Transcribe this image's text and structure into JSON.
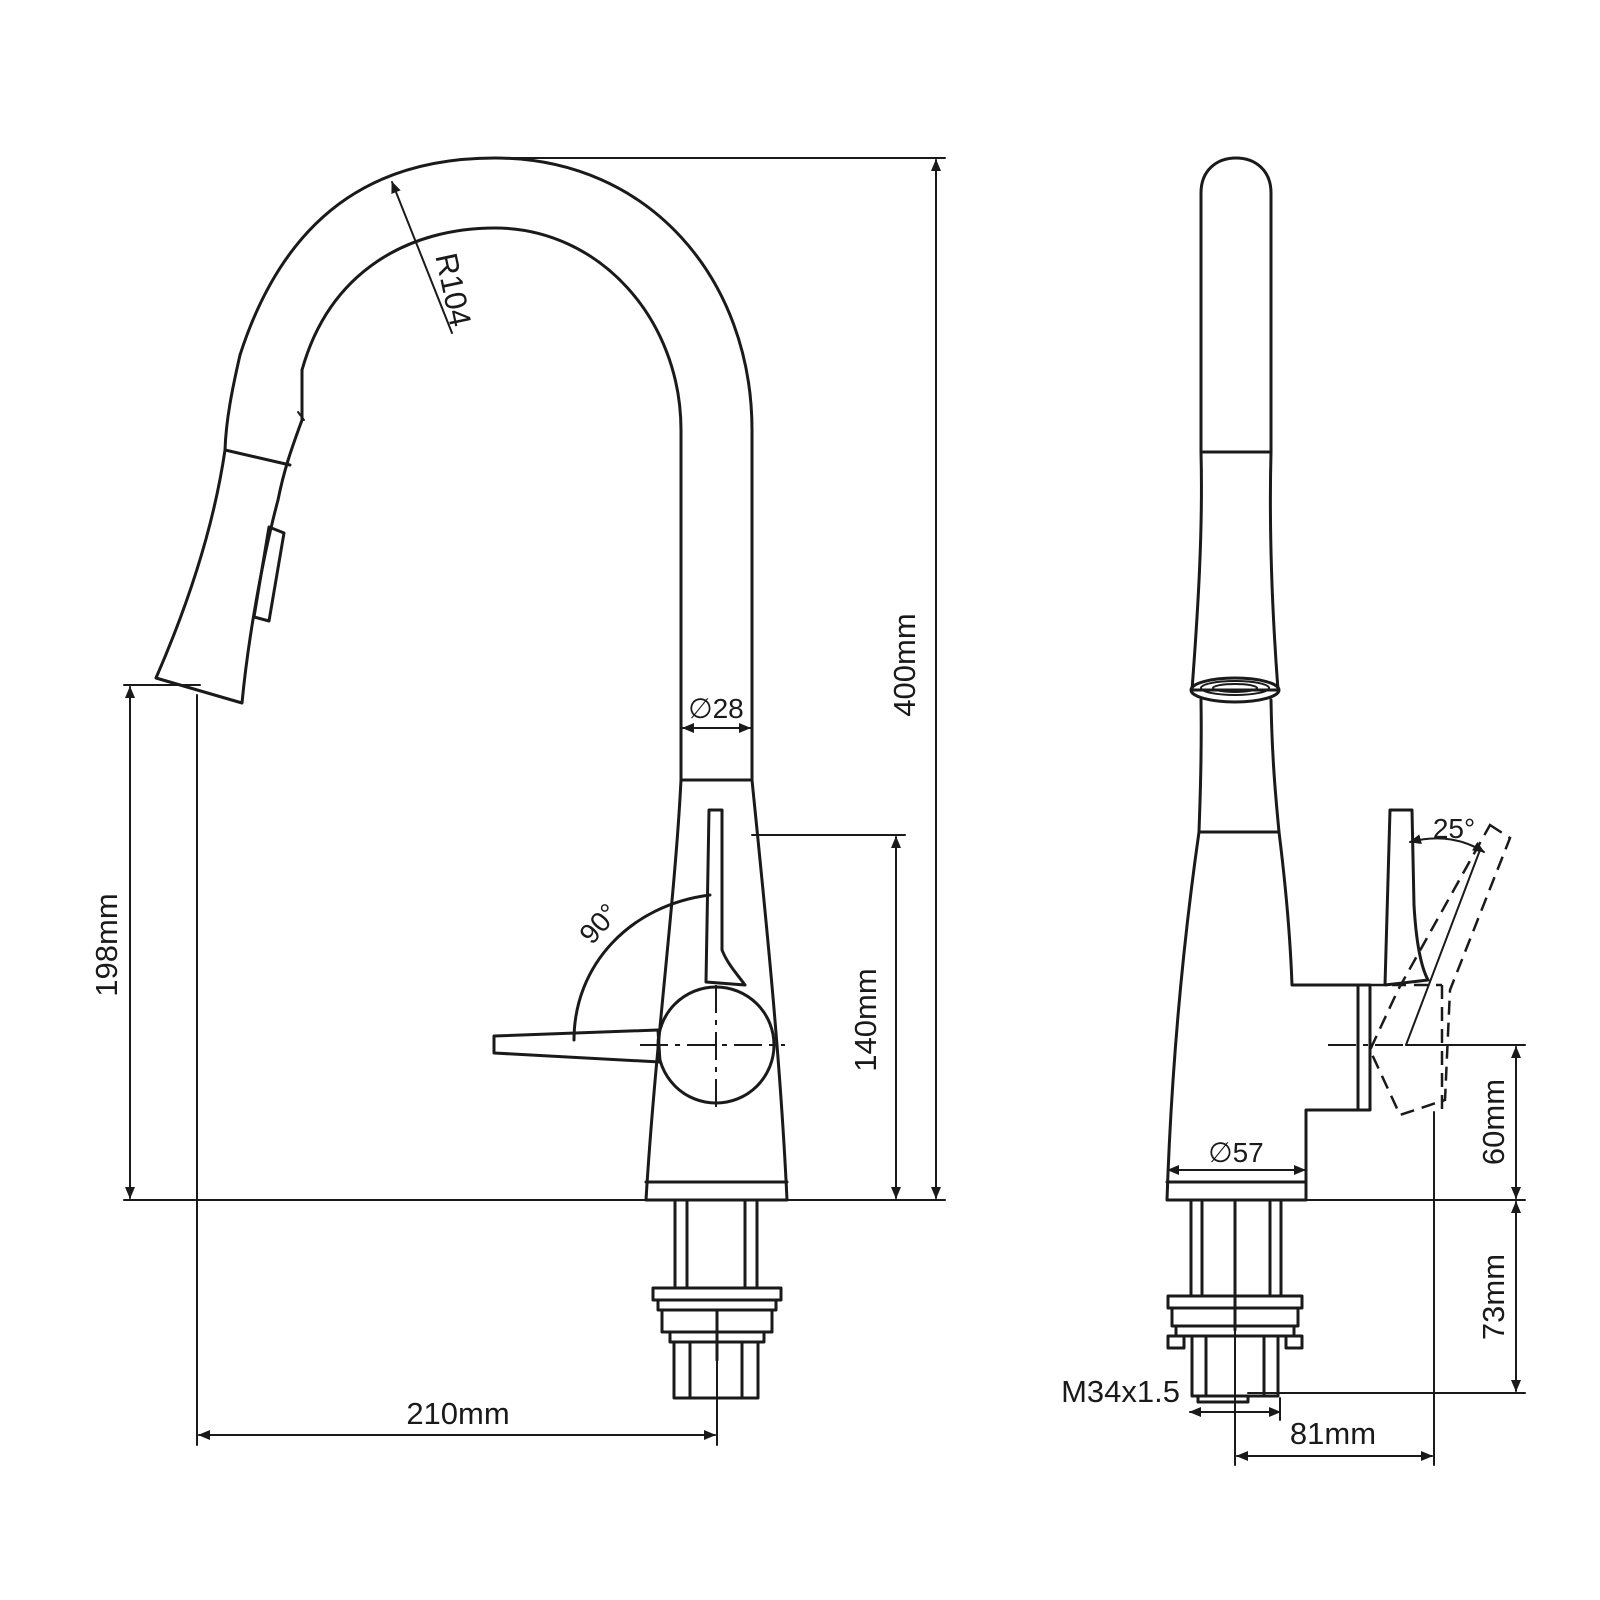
{
  "dimensions": {
    "overall_height": "400mm",
    "spout_radius": "R104",
    "spout_diameter": "∅28",
    "outlet_height": "198mm",
    "handle_height": "140mm",
    "handle_rotation": "90°",
    "reach": "210mm",
    "base_diameter": "∅57",
    "side_handle_height": "60mm",
    "shank_length": "73mm",
    "thread": "M34x1.5",
    "side_depth": "81mm",
    "side_tilt": "25°"
  }
}
